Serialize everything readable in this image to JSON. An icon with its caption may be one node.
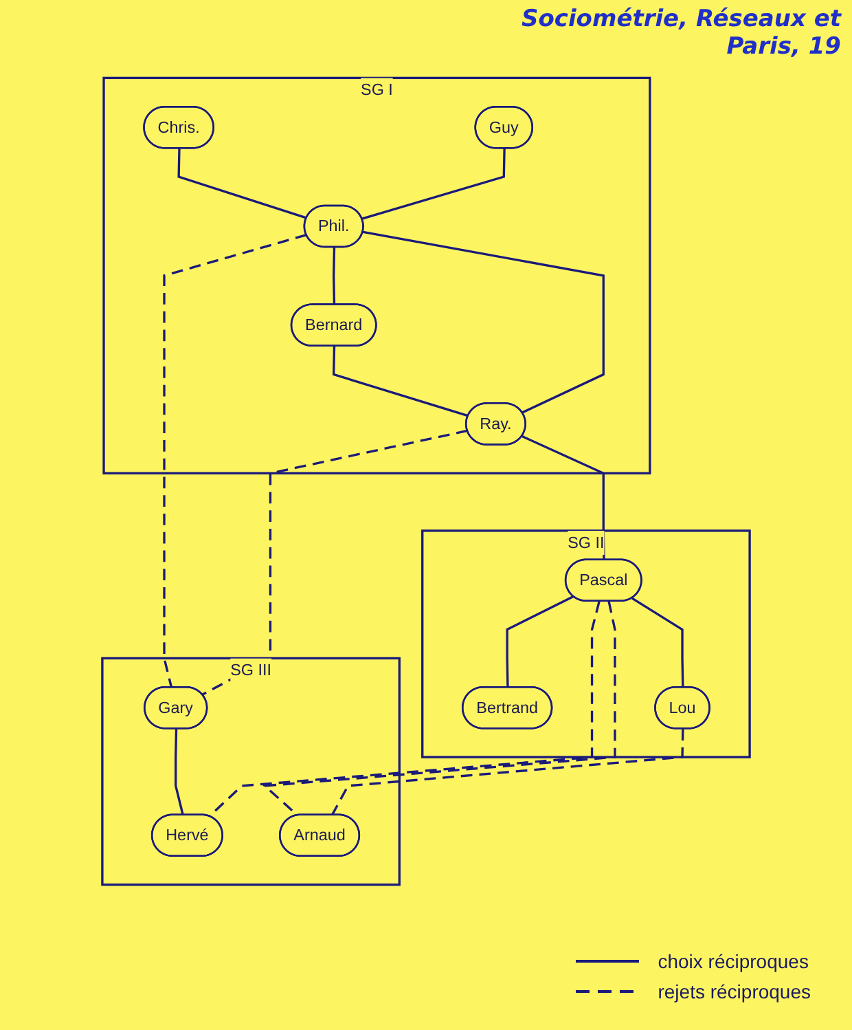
{
  "diagram": {
    "nodes": [
      {
        "text": [
          "SG I"
        ]
      },
      {
        "text": [
          "Chris."
        ],
        "in": 0
      },
      {
        "text": [
          "Guy"
        ],
        "in": 0
      },
      {
        "text": [
          "Phil."
        ],
        "in": 0
      },
      {
        "text": [
          "Bernard"
        ],
        "in": 0
      },
      {
        "text": [
          "Ray."
        ],
        "in": 0
      },
      {
        "text": [
          "SG III"
        ]
      },
      {
        "text": [
          "Gary"
        ],
        "in": 6
      },
      {
        "text": [
          "Hervé"
        ],
        "in": 6
      },
      {
        "text": [
          "Arnaud"
        ],
        "in": 6
      },
      {
        "text": [
          "SG II"
        ]
      },
      {
        "text": [
          "Pascal"
        ],
        "in": 10
      },
      {
        "text": [
          "Bertrand"
        ],
        "in": 10
      },
      {
        "text": [
          "Lou"
        ],
        "in": 10
      }
    ],
    "edges": [
      {
        "from": 1,
        "to": 3,
        "arrow": "none"
      },
      {
        "from": 2,
        "to": 3,
        "arrow": "none"
      },
      {
        "from": 3,
        "to": 4,
        "arrow": "none"
      },
      {
        "from": 4,
        "to": 5,
        "arrow": "none"
      },
      {
        "from": 3,
        "to": 5,
        "arrow": "none"
      },
      {
        "from": 3,
        "to": 7,
        "arrow": "none",
        "style": "dashed"
      },
      {
        "from": 5,
        "to": 7,
        "arrow": "none",
        "style": "dashed"
      },
      {
        "from": 7,
        "to": 8,
        "arrow": "none"
      },
      {
        "from": 5,
        "to": 11,
        "arrow": "none"
      },
      {
        "from": 11,
        "to": 8,
        "arrow": "none",
        "style": "dashed"
      },
      {
        "from": 11,
        "to": 9,
        "arrow": "none",
        "style": "dashed"
      },
      {
        "from": 11,
        "to": 12,
        "arrow": "none"
      },
      {
        "from": 11,
        "to": 13,
        "arrow": "none"
      },
      {
        "from": 13,
        "to": 9,
        "arrow": "none",
        "style": "dashed"
      }
    ],
    "labels": [
      "Sociométrie, Réseaux et",
      "Paris, 19"
    ],
    "legend": [
      {
        "text": "choix réciproques"
      },
      {
        "text": "rejets réciproques"
      }
    ]
  }
}
